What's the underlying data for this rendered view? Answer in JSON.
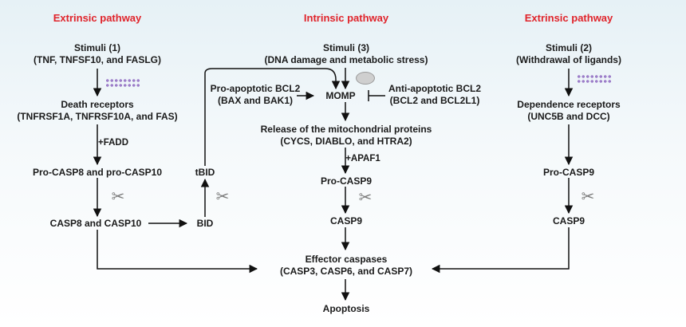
{
  "headers": {
    "left": "Extrinsic pathway",
    "center": "Intrinsic pathway",
    "right": "Extrinsic pathway"
  },
  "left": {
    "stimuli": "Stimuli (1)",
    "stimuli_detail": "(TNF, TNFSF10, and FASLG)",
    "receptors": "Death receptors",
    "receptors_detail": "(TNFRSF1A, TNFRSF10A, and FAS)",
    "adapter": "+FADD",
    "pro": "Pro-CASP8 and pro-CASP10",
    "active": "CASP8 and CASP10"
  },
  "bid": {
    "tbid": "tBID",
    "bid": "BID"
  },
  "center": {
    "stimuli": "Stimuli (3)",
    "stimuli_detail": "(DNA damage and metabolic stress)",
    "pro_apoptotic": "Pro-apoptotic BCL2",
    "pro_apoptotic_detail": "(BAX and BAK1)",
    "momp": "MOMP",
    "anti_apoptotic": "Anti-apoptotic BCL2",
    "anti_apoptotic_detail": "(BCL2 and BCL2L1)",
    "release": "Release of the mitochondrial proteins",
    "release_detail": "(CYCS, DIABLO, and HTRA2)",
    "adapter": "+APAF1",
    "pro": "Pro-CASP9",
    "active": "CASP9",
    "effector": "Effector caspases",
    "effector_detail": "(CASP3, CASP6, and CASP7)",
    "outcome": "Apoptosis"
  },
  "right": {
    "stimuli": "Stimuli (2)",
    "stimuli_detail": "(Withdrawal of ligands)",
    "receptors": "Dependence receptors",
    "receptors_detail": "(UNC5B and DCC)",
    "pro": "Pro-CASP9",
    "active": "CASP9"
  },
  "icons": {
    "cleavage": "scissors-icon",
    "membrane_receptor": "membrane-receptor-icon",
    "mitochondrion": "mitochondrion-icon"
  },
  "colors": {
    "header": "#e0242b",
    "text": "#1a1a1a",
    "arrow": "#111111",
    "receptor": "#9d7fc9",
    "scissors": "#7b7b7b"
  }
}
